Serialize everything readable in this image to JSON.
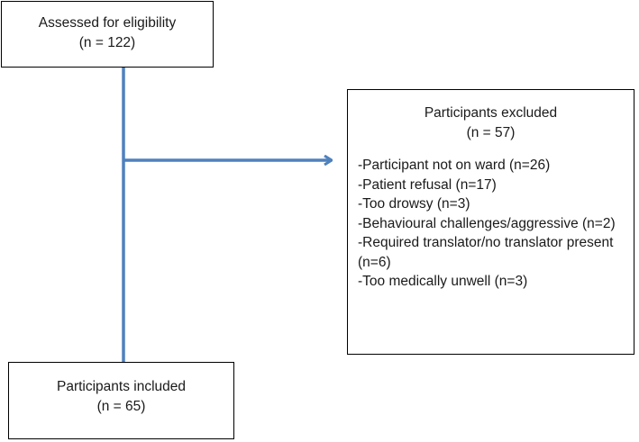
{
  "flow": {
    "assessed": {
      "title": "Assessed for eligibility",
      "count": "(n = 122)"
    },
    "excluded": {
      "title": "Participants excluded",
      "count": "(n = 57)",
      "reasons": [
        "-Participant not on ward (n=26)",
        "-Patient refusal (n=17)",
        "-Too drowsy (n=3)",
        "-Behavioural challenges/aggressive (n=2)",
        "-Required translator/no translator present (n=6)",
        "-Too medically unwell (n=3)"
      ]
    },
    "included": {
      "title": "Participants included",
      "count": "(n = 65)"
    },
    "connector_color": "#4F81BD"
  }
}
